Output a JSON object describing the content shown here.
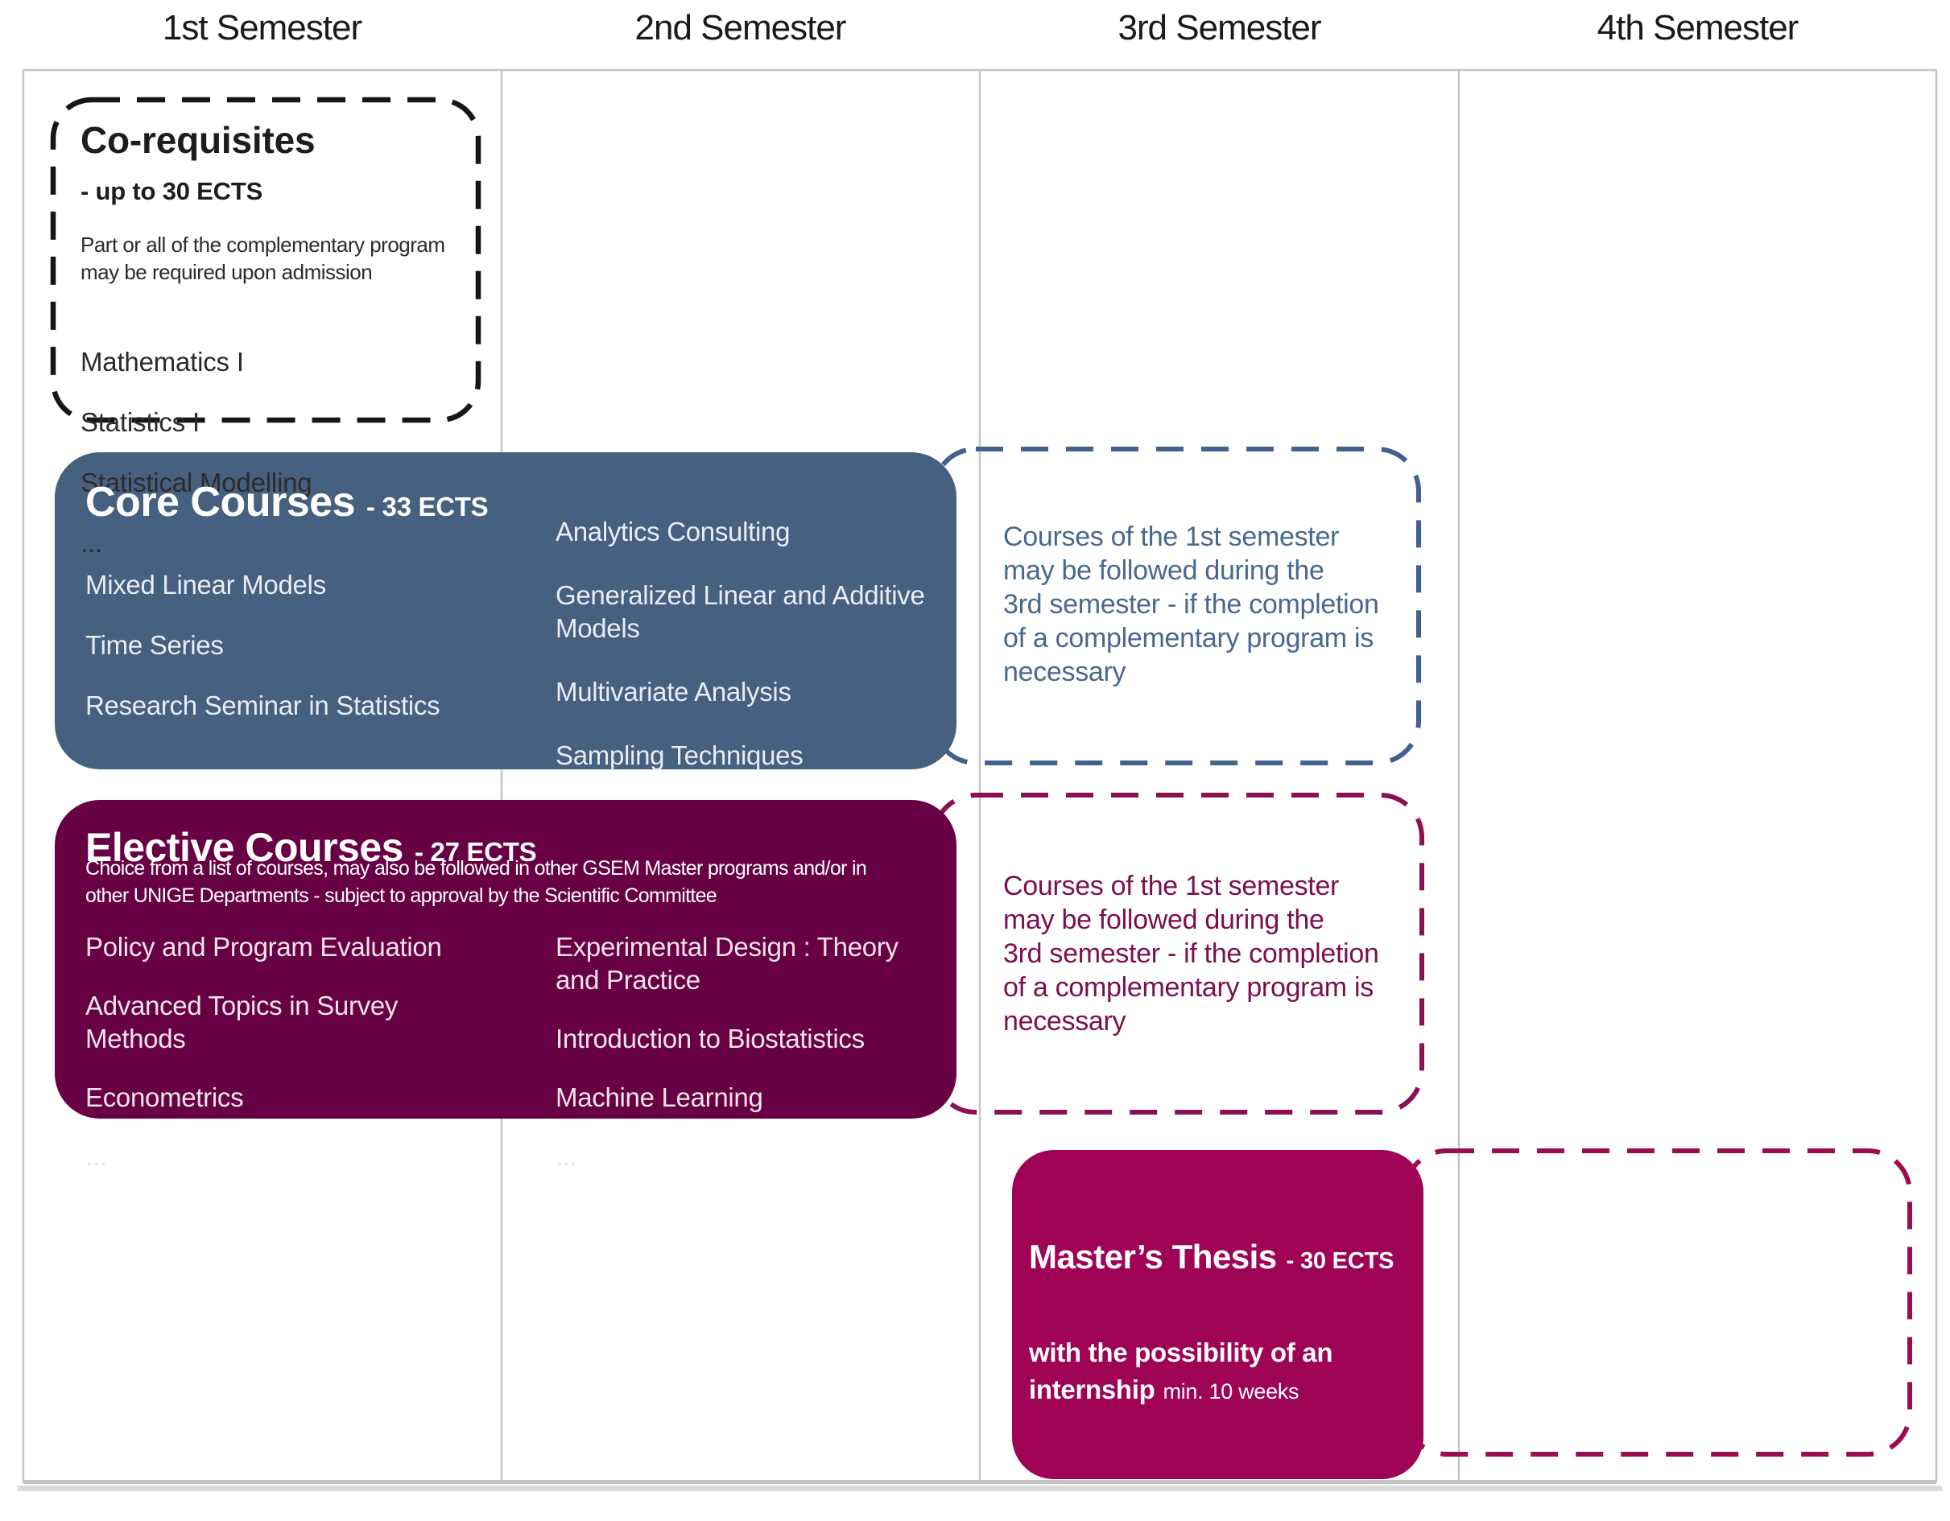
{
  "semesters": [
    "1st Semester",
    "2nd Semester",
    "3rd Semester",
    "4th Semester"
  ],
  "co_requisites": {
    "title": "Co-requisites",
    "ects": "- up to 30 ECTS",
    "description": "Part or all of the complementary program\nmay be required upon admission",
    "courses": [
      "Mathematics I",
      "Statistics I",
      "Statistical Modelling",
      "..."
    ]
  },
  "core_courses": {
    "title": "Core Courses",
    "ects": "- 33 ECTS",
    "left": [
      "Mixed Linear Models",
      "Time Series",
      "Research Seminar in Statistics"
    ],
    "right": [
      "Analytics Consulting",
      "Generalized Linear and Additive\nModels",
      "Multivariate Analysis",
      "Sampling Techniques"
    ]
  },
  "core_note": {
    "text": "Courses of the 1st semester\nmay be followed during the\n3rd semester - if the completion\nof a complementary program is\nnecessary"
  },
  "elective_courses": {
    "title": "Elective Courses",
    "ects": "- 27 ECTS",
    "description": "Choice from a list of courses, may also be followed in other GSEM Master programs and/or in\nother UNIGE Departments - subject to approval by the Scientific Committee",
    "left": [
      "Policy and Program Evaluation",
      "Advanced Topics in Survey\nMethods",
      "Econometrics",
      "..."
    ],
    "right": [
      "Experimental Design : Theory\nand Practice",
      "Introduction to Biostatistics",
      "Machine Learning",
      "..."
    ]
  },
  "elective_note": {
    "text": "Courses of the 1st semester\nmay be followed during the\n3rd semester - if the completion\nof a complementary program is\nnecessary"
  },
  "masters_thesis": {
    "title": "Master’s Thesis",
    "ects": "- 30 ECTS",
    "internship": "with the possibility of an\ninternship",
    "internship_note": "min. 10 weeks"
  },
  "colors": {
    "grid": "#c5c5c5",
    "grid_shadow": "#dcdcdc",
    "header_text": "#1a1a1a",
    "coreq_dash": "#161616",
    "coreq_text": "#1d1d1d",
    "coreq_muted": "#2b2b2b",
    "core_fill": "#46607f",
    "core_text": "#e8edf4",
    "white": "#ffffff",
    "blue_dash": "#42618e",
    "blue_text": "#49688f",
    "elective_fill": "#670143",
    "elective_text": "#efe3ea",
    "magenta_dash": "#8c1153",
    "magenta_text": "#7c0f4d",
    "thesis_fill": "#9e0356",
    "thesis_dash": "#9a0d50"
  }
}
